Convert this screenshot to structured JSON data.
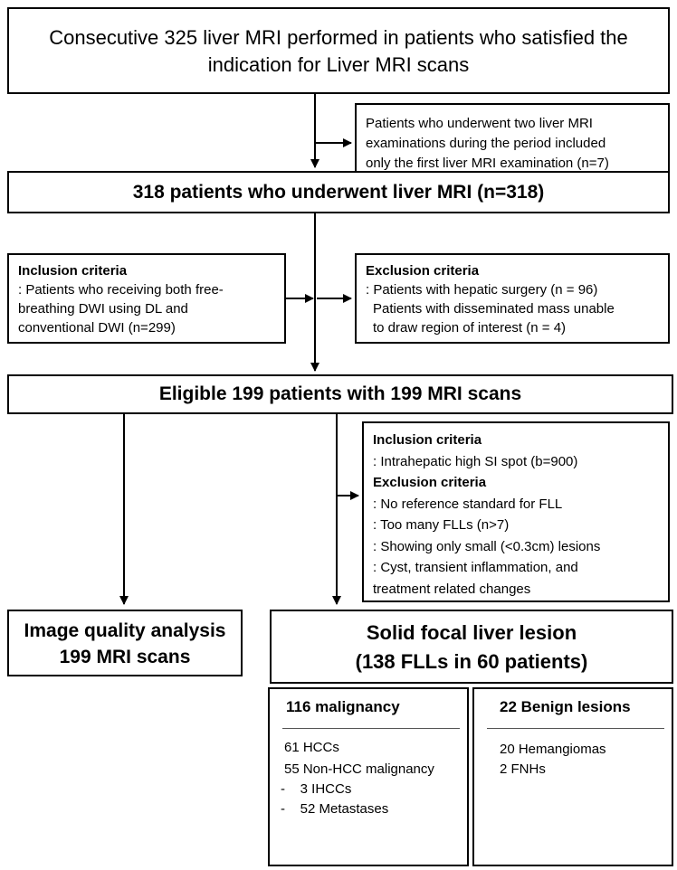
{
  "boxes": {
    "top": {
      "line1": "Consecutive 325 liver MRI performed in patients who satisfied the",
      "line2": "indication for Liver MRI scans"
    },
    "exclude1": {
      "line1": "Patients who underwent two liver MRI",
      "line2": "examinations during the period included",
      "line3": "only the first liver MRI examination (n=7)"
    },
    "patients318": {
      "text": "318 patients who underwent liver MRI (n=318)"
    },
    "inclusion1": {
      "title": "Inclusion criteria",
      "line1": ": Patients who receiving both free-",
      "line2": "breathing DWI using DL and",
      "line3": "conventional DWI (n=299)"
    },
    "exclusion1": {
      "title": "Exclusion criteria",
      "line1": ": Patients with hepatic surgery (n = 96)",
      "line2": "Patients with disseminated mass unable",
      "line3": "to draw region of interest (n = 4)"
    },
    "eligible": {
      "text": "Eligible 199 patients with 199 MRI scans"
    },
    "criteria2": {
      "inclusion_title": "Inclusion criteria",
      "inclusion_line1": ": Intrahepatic high SI spot (b=900)",
      "exclusion_title": "Exclusion criteria",
      "exclusion_line1": ": No reference standard for FLL",
      "exclusion_line2": ": Too many FLLs (n>7)",
      "exclusion_line3": ": Showing only small (<0.3cm) lesions",
      "exclusion_line4": ": Cyst, transient inflammation, and",
      "exclusion_line5": "treatment related changes"
    },
    "quality": {
      "line1": "Image quality analysis",
      "line2": "199 MRI scans"
    },
    "solid": {
      "line1": "Solid focal liver lesion",
      "line2": "(138 FLLs in 60 patients)"
    },
    "malignancy": {
      "title": "116 malignancy",
      "line1": "61 HCCs",
      "line2": "55 Non-HCC malignancy",
      "line3": "-    3 IHCCs",
      "line4": "-    52 Metastases"
    },
    "benign": {
      "title": "22 Benign lesions",
      "line1": "20 Hemangiomas",
      "line2": "2 FNHs"
    }
  }
}
